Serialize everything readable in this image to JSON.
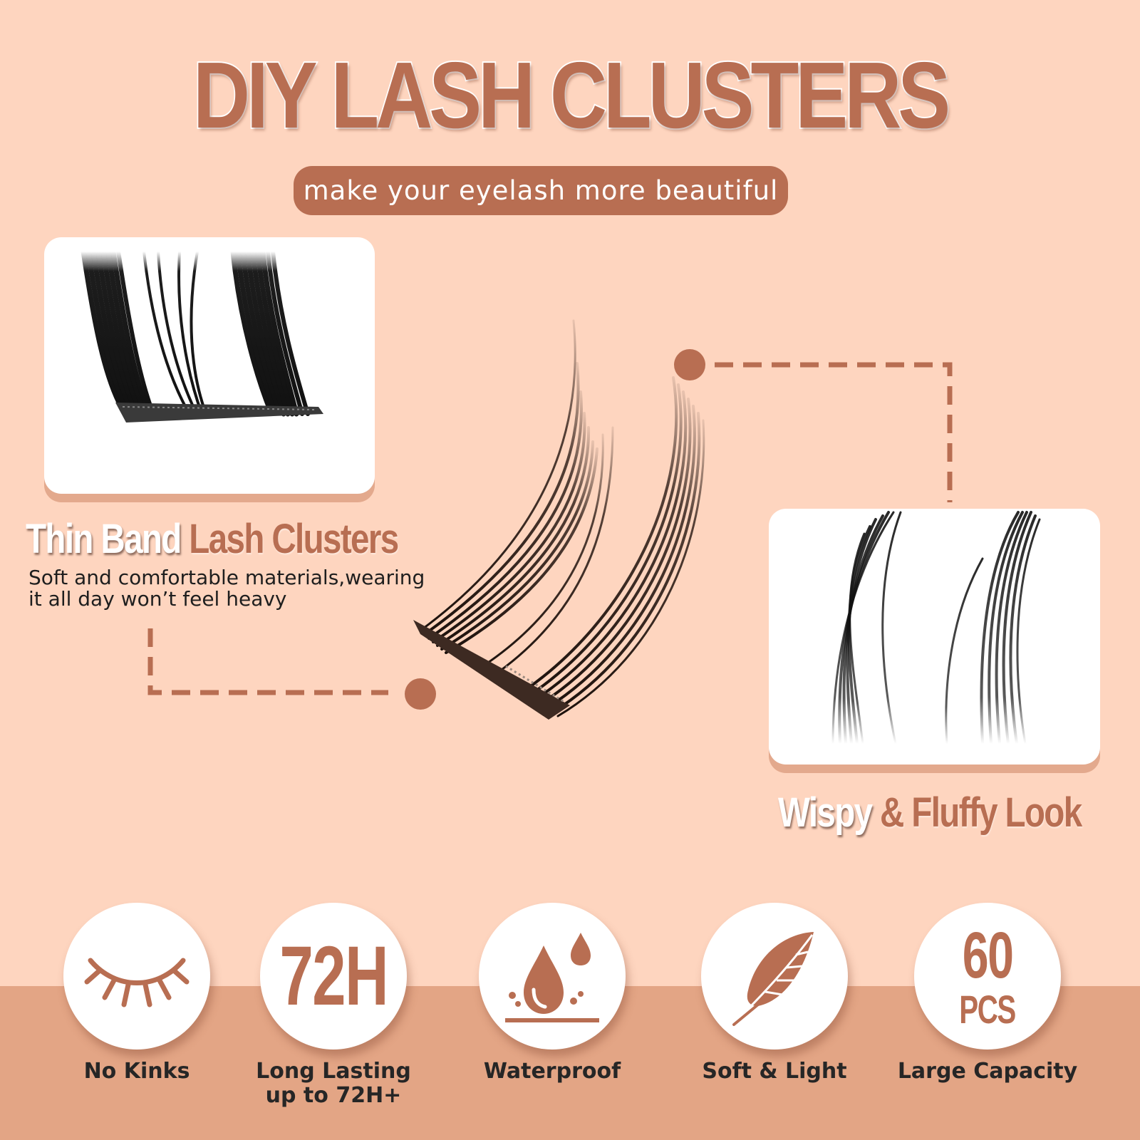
{
  "header": {
    "title": "DIY LASH CLUSTERS",
    "subtitle": "make your eyelash more beautiful"
  },
  "left_feature": {
    "heading_white": "Thin Band",
    "heading_brown": "Lash Clusters",
    "description_line1": "Soft and comfortable materials,wearing",
    "description_line2": "it all day won’t feel heavy"
  },
  "right_feature": {
    "heading_white": "Wispy",
    "heading_brown": "& Fluffy Look"
  },
  "features": [
    {
      "icon": "closed-eye-icon",
      "label_line1": "No Kinks",
      "label_line2": ""
    },
    {
      "icon": "72h-badge",
      "badge_text": "72H",
      "label_line1": "Long Lasting",
      "label_line2": "up to 72H+"
    },
    {
      "icon": "water-drop-icon",
      "label_line1": "Waterproof",
      "label_line2": ""
    },
    {
      "icon": "feather-icon",
      "label_line1": "Soft & Light",
      "label_line2": ""
    },
    {
      "icon": "60-pcs-badge",
      "badge_number": "60",
      "badge_unit": "PCS",
      "label_line1": "Large Capacity",
      "label_line2": ""
    }
  ],
  "colors": {
    "background": "#fed5bf",
    "accent_brown": "#b86e52",
    "band": "#e3a585",
    "card_shadow": "#e3a98d",
    "white": "#ffffff",
    "text_dark": "#262626"
  }
}
